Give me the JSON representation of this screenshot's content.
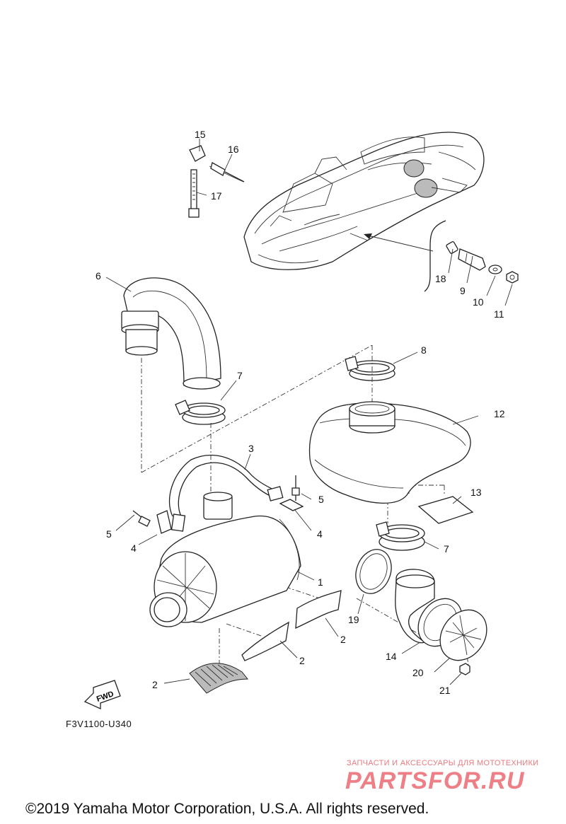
{
  "diagram": {
    "code": "F3V1100-U340",
    "fwd_label": "FWD",
    "copyright": "©2019 Yamaha Motor Corporation, U.S.A. All rights reserved.",
    "watermark_small": "ЗАПЧАСТИ И АКСЕССУАРЫ ДЛЯ МОТОТЕХНИКИ",
    "watermark_big": "PARTSFOR.RU",
    "callouts": [
      {
        "id": "c15",
        "text": "15"
      },
      {
        "id": "c16",
        "text": "16"
      },
      {
        "id": "c17",
        "text": "17"
      },
      {
        "id": "c6",
        "text": "6"
      },
      {
        "id": "c18",
        "text": "18"
      },
      {
        "id": "c9",
        "text": "9"
      },
      {
        "id": "c10",
        "text": "10"
      },
      {
        "id": "c11",
        "text": "11"
      },
      {
        "id": "c8",
        "text": "8"
      },
      {
        "id": "c7a",
        "text": "7"
      },
      {
        "id": "c12",
        "text": "12"
      },
      {
        "id": "c3",
        "text": "3"
      },
      {
        "id": "c5a",
        "text": "5"
      },
      {
        "id": "c13",
        "text": "13"
      },
      {
        "id": "c5b",
        "text": "5"
      },
      {
        "id": "c4a",
        "text": "4"
      },
      {
        "id": "c4b",
        "text": "4"
      },
      {
        "id": "c7b",
        "text": "7"
      },
      {
        "id": "c1",
        "text": "1"
      },
      {
        "id": "c19",
        "text": "19"
      },
      {
        "id": "c2a",
        "text": "2"
      },
      {
        "id": "c2b",
        "text": "2"
      },
      {
        "id": "c14",
        "text": "14"
      },
      {
        "id": "c20",
        "text": "20"
      },
      {
        "id": "c2c",
        "text": "2"
      },
      {
        "id": "c21",
        "text": "21"
      }
    ]
  }
}
